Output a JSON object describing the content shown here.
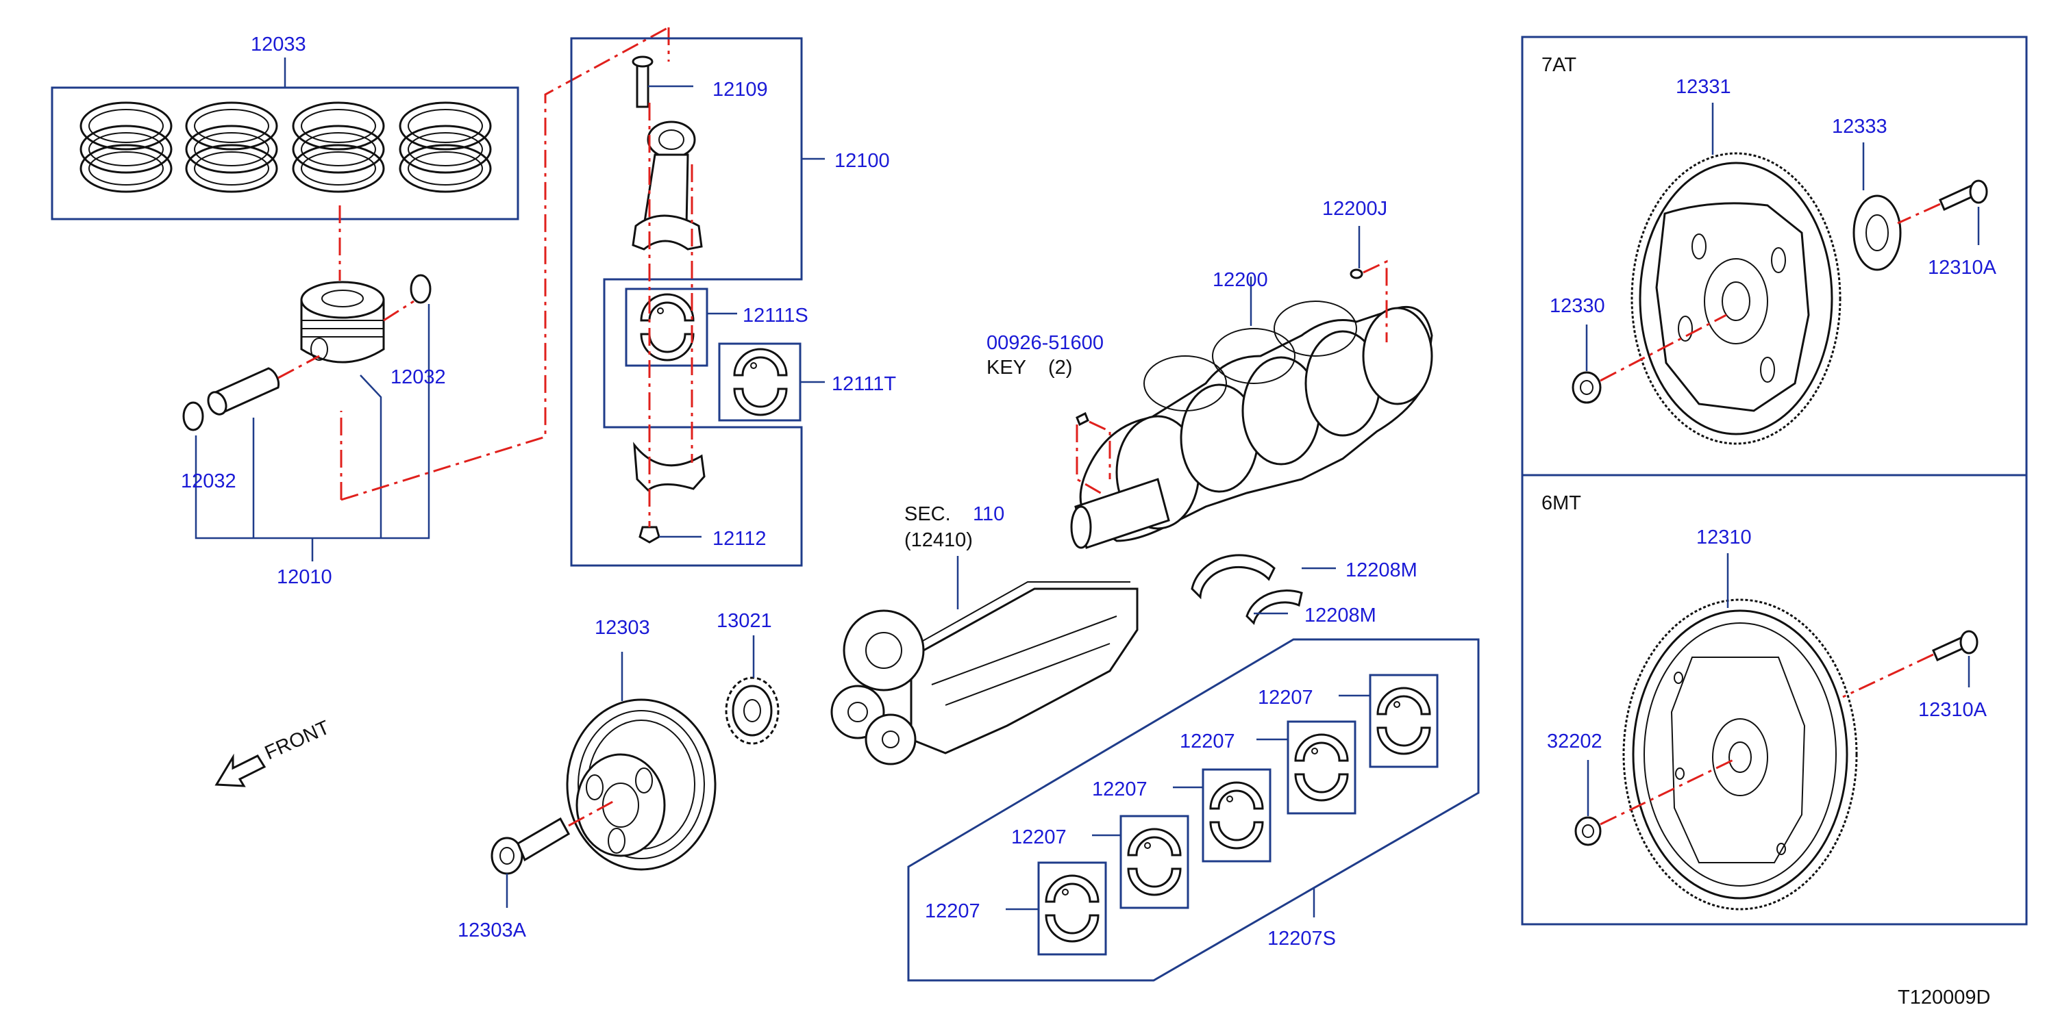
{
  "diagram": {
    "drawing_code": "T120009D",
    "front_label": "FRONT",
    "sections": {
      "at": "7AT",
      "mt": "6MT"
    },
    "sec_ref": {
      "prefix": "SEC.",
      "number": "110",
      "sub": "(12410)"
    },
    "key": {
      "part": "00926-51600",
      "text": "KEY",
      "qty": "(2)"
    },
    "parts": {
      "p12033": "12033",
      "p12109": "12109",
      "p12100": "12100",
      "p12111S": "12111S",
      "p12111T": "12111T",
      "p12112": "12112",
      "p12032a": "12032",
      "p12032b": "12032",
      "p12010": "12010",
      "p12200J": "12200J",
      "p12200": "12200",
      "p12208Ma": "12208M",
      "p12208Mb": "12208M",
      "p12303": "12303",
      "p13021": "13021",
      "p12303A": "12303A",
      "p12207a": "12207",
      "p12207b": "12207",
      "p12207c": "12207",
      "p12207d": "12207",
      "p12207e": "12207",
      "p12207S": "12207S",
      "p12331": "12331",
      "p12333": "12333",
      "p12330": "12330",
      "p12310Aa": "12310A",
      "p12310": "12310",
      "p32202": "32202",
      "p12310Ab": "12310A"
    }
  }
}
